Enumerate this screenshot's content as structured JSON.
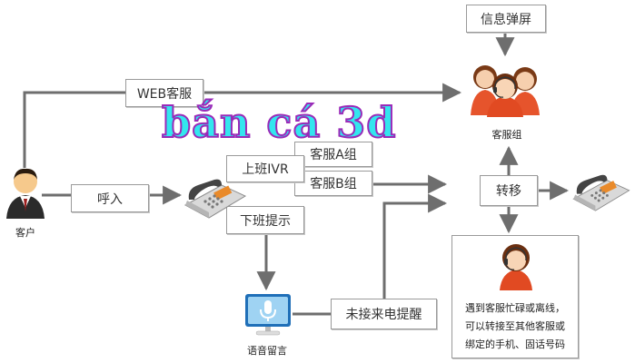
{
  "nodes": {
    "info_popup": "信息弹屏",
    "web_service": "WEB客服",
    "agent_group": "客服组",
    "group_a": "客服A组",
    "group_b": "客服B组",
    "work_ivr": "上班IVR",
    "offwork_prompt": "下班提示",
    "call_in": "呼入",
    "customer": "客户",
    "transfer": "转移",
    "missed_call_reminder": "未接来电提醒",
    "voicemail": "语音留言"
  },
  "transfer_note": {
    "lines": [
      "遇到客服忙碌或离线，",
      "可以转接至其他客服或",
      "绑定的手机、固话号码"
    ]
  },
  "overlay_text": "bắn cá 3d",
  "colors": {
    "line": "#6e6e6e",
    "box_border": "#9a9a9a",
    "overlay_fill": "#33e6ee",
    "overlay_stroke": "#9a2ab8"
  },
  "icons": {
    "customer": "businessman-avatar-icon",
    "agents": "female-agents-headset-icon",
    "agent_single": "female-agent-headset-icon",
    "phone_left": "desk-phone-icon",
    "phone_right": "desk-phone-icon",
    "voicemail": "microphone-monitor-icon"
  }
}
